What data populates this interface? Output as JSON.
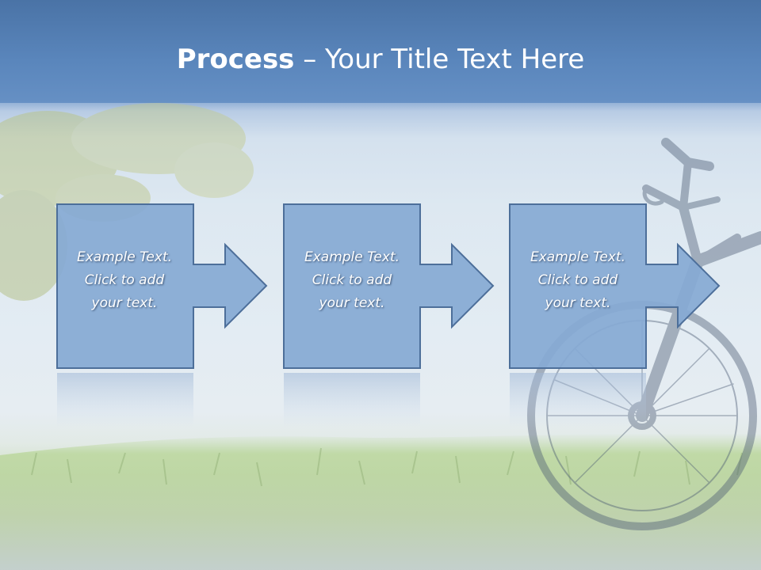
{
  "slide": {
    "title_bold": "Process",
    "title_rest": " – Your Title Text Here"
  },
  "steps": [
    {
      "line1": "Example Text.",
      "line2": "Click  to add",
      "line3": "your text."
    },
    {
      "line1": "Example Text.",
      "line2": "Click  to add",
      "line3": "your text."
    },
    {
      "line1": "Example Text.",
      "line2": "Click  to add",
      "line3": "your text."
    }
  ],
  "colors": {
    "title_band": "#5a86bc",
    "box_fill": "#86a9d4",
    "box_stroke": "#4d6f9a",
    "title_text": "#ffffff"
  }
}
